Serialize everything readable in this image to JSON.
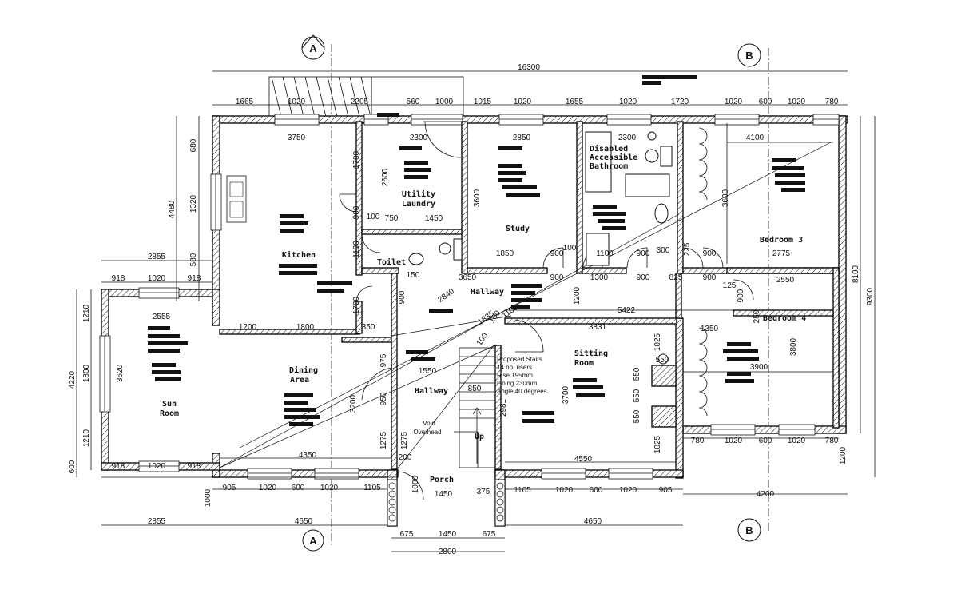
{
  "section_markers": {
    "a_top": "A",
    "a_bottom": "A",
    "b_top": "B",
    "b_bottom": "B"
  },
  "rooms": {
    "kitchen": "Kitchen",
    "utility": "Utility",
    "laundry": "Laundry",
    "toilet": "Toilet",
    "study": "Study",
    "disabled1": "Disabled",
    "disabled2": "Accessible",
    "disabled3": "Bathroom",
    "bedroom3": "Bedroom 3",
    "bedroom4": "Bedroom 4",
    "hallway_upper": "Hallway",
    "hallway_lower": "Hallway",
    "sun1": "Sun",
    "sun2": "Room",
    "dining1": "Dining",
    "dining2": "Area",
    "sitting1": "Sitting",
    "sitting2": "Room",
    "porch": "Porch",
    "void1": "Void",
    "void2": "Overhead",
    "up": "Up"
  },
  "stair_notes": [
    "Proposed Stairs",
    "14 no. risers",
    "Rise 195mm",
    "Going 230mm",
    "Angle 40 degrees"
  ],
  "dimensions": {
    "overall_width": "16300",
    "top_row": [
      "1665",
      "1020",
      "2205",
      "560",
      "1000",
      "1015",
      "1020",
      "1655",
      "1020",
      "1720",
      "1020",
      "600",
      "1020",
      "780"
    ],
    "left_a": "680",
    "left_b": "1320",
    "left_c": "580",
    "left_total": "4480",
    "sun_top": [
      "918",
      "1020",
      "918"
    ],
    "sun_overall": "2855",
    "sun_inner": "2555",
    "sun_left": [
      "1210",
      "1800",
      "1210"
    ],
    "sun_total": "4220",
    "sun_depth": "3620",
    "sun_bottom": [
      "918",
      "1020",
      "918"
    ],
    "sun_base": "600",
    "kitchen_w": "3750",
    "utility_w": "2300",
    "study_w": "2850",
    "bath_w": "2300",
    "bed3_w": "4100",
    "d1700a": "1700",
    "d2600": "2600",
    "d900a": "900",
    "d100a": "100",
    "d750": "750",
    "d1450a": "1450",
    "d1100a": "1100",
    "d1700b": "1700",
    "d3600a": "3600",
    "d1850": "1850",
    "d900b": "900",
    "d100b": "100",
    "d1100b": "1100",
    "d900c": "900",
    "d300": "300",
    "d225": "225",
    "d900d": "900",
    "d2775": "2775",
    "d3600b": "3600",
    "d150": "150",
    "d3650": "3650",
    "d900e": "900",
    "d1300": "1300",
    "d900f": "900",
    "d825": "825",
    "d900g": "900",
    "d125": "125",
    "d2550": "2550",
    "d1200a": "1200",
    "d1200b": "1200",
    "d1800": "1800",
    "d350": "350",
    "d5422": "5422",
    "d3831": "3831",
    "d900h": "900",
    "d250": "250",
    "d1350": "1350",
    "d3800": "3800",
    "d3900": "3900",
    "d1025a": "1025",
    "d550a": "550",
    "d550b": "550",
    "d550c": "550",
    "d550d": "550",
    "d1025b": "1025",
    "d3700": "3700",
    "d2981": "2981",
    "d850": "850",
    "d1550": "1550",
    "d975": "975",
    "d950": "950",
    "d1275a": "1275",
    "d1275b": "1275",
    "d200": "200",
    "d3200": "3200",
    "d4350": "4350",
    "d4550": "4550",
    "d2840": "2840",
    "d1835": "1835",
    "d100c": "100",
    "d1100c": "1100",
    "d100d": "100",
    "right_780a": "780",
    "right_1020a": "1020",
    "right_600": "600",
    "right_1020b": "1020",
    "right_780b": "780",
    "d8100": "8100",
    "d9300": "9300",
    "d1200c": "1200",
    "d4200": "4200",
    "bottom_left": [
      "905",
      "1020",
      "600",
      "1020",
      "1105"
    ],
    "bottom_right": [
      "1105",
      "1020",
      "600",
      "1020",
      "905"
    ],
    "d1000a": "1000",
    "d1000b": "1000",
    "d1450b": "1450",
    "d375": "375",
    "d2855b": "2855",
    "d4650a": "4650",
    "d4650b": "4650",
    "d675a": "675",
    "d1450c": "1450",
    "d675b": "675",
    "d2800": "2800"
  }
}
